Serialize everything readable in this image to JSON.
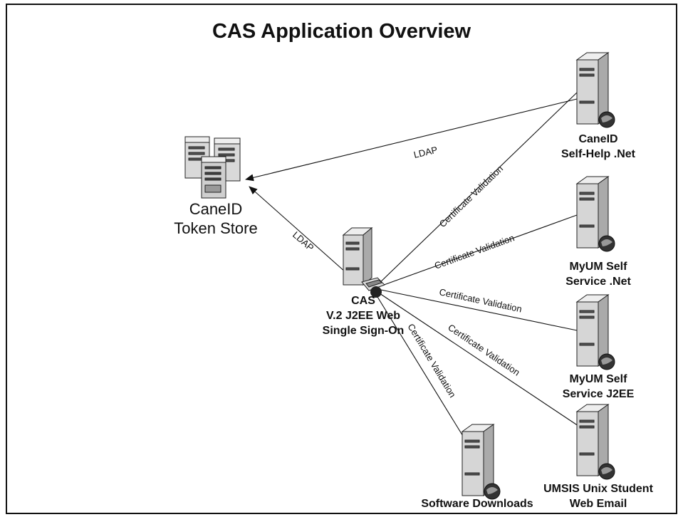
{
  "title": "CAS Application Overview",
  "token_store": {
    "line1": "CaneID",
    "line2": "Token Store"
  },
  "cas": {
    "line1": "CAS",
    "line2": "V.2 J2EE Web",
    "line3": "Single Sign-On"
  },
  "servers": [
    {
      "line1": "CaneID",
      "line2": "Self-Help .Net"
    },
    {
      "line1": "MyUM Self",
      "line2": "Service .Net"
    },
    {
      "line1": "MyUM Self",
      "line2": "Service J2EE"
    },
    {
      "line1": "UMSIS Unix Student",
      "line2": "Web Email"
    },
    {
      "line1": "Software Downloads",
      "line2": ""
    }
  ],
  "edges": {
    "ldap_top": "LDAP",
    "ldap_cas": "LDAP",
    "cert_caneid": "Certificate Validation",
    "cert_myum_net": "Certificate Validation",
    "cert_myum_j2ee": "Certificate Validation",
    "cert_umsis": "Certificate Validation",
    "cert_downloads": "Certificate Validation"
  }
}
